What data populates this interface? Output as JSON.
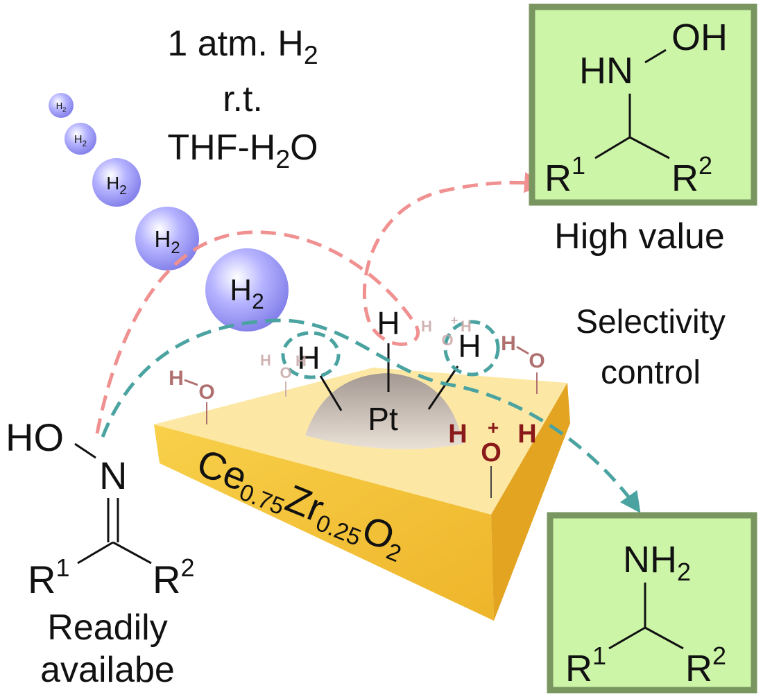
{
  "conditions": {
    "line1": "1 atm. H",
    "line1_sub": "2",
    "line2": "r.t.",
    "line3_a": "THF-H",
    "line3_sub": "2",
    "line3_b": "O"
  },
  "h2_bubble": {
    "h": "H",
    "sub": "2"
  },
  "support": {
    "ce": "Ce",
    "ce_sub": "0.75",
    "zr": "Zr",
    "zr_sub": "0.25",
    "o": "O",
    "o_sub": "2"
  },
  "metal": {
    "label": "Pt",
    "h": "H"
  },
  "surface": {
    "h": "H",
    "o": "O",
    "plus": "+"
  },
  "reactant": {
    "ho": "HO",
    "n": "N",
    "r": "R",
    "sup1": "1",
    "sup2": "2",
    "caption_1": "Readily",
    "caption_2": "availabe"
  },
  "product_top": {
    "hn": "HN",
    "oh": "OH",
    "r": "R",
    "sup1": "1",
    "sup2": "2",
    "caption": "High value"
  },
  "product_bottom": {
    "nh": "NH",
    "sub": "2",
    "r": "R",
    "sup1": "1",
    "sup2": "2"
  },
  "selectivity": {
    "line1": "Selectivity",
    "line2": "control"
  },
  "colors": {
    "pink_arrow": "#f09090",
    "teal_arrow": "#4aa3a0",
    "box_fill": "#ccf5a8",
    "box_border": "#7a9660",
    "support_top": "#fce8a4",
    "support_side": "#f5c43a",
    "bubble": "#8b88ee",
    "surface_oh": "#b07070",
    "hydronium": "#8a1a1a"
  }
}
